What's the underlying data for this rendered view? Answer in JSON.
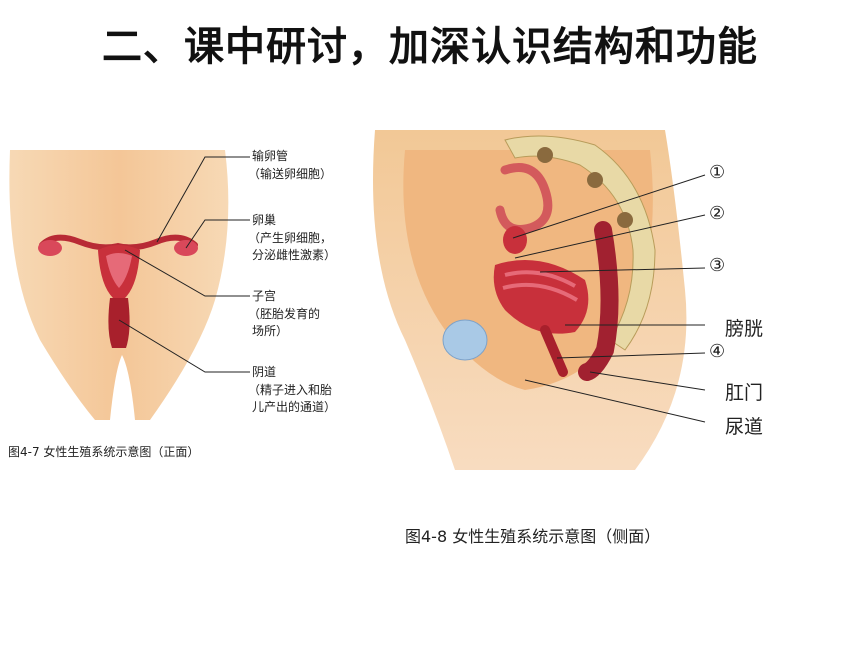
{
  "slide": {
    "title": "二、课中研讨，加深认识结构和功能"
  },
  "figure_front": {
    "caption": "图4-7  女性生殖系统示意图（正面）",
    "labels": [
      {
        "name": "输卵管",
        "note": "（输送卵细胞）"
      },
      {
        "name": "卵巢",
        "note1": "（产生卵细胞，",
        "note2": "分泌雌性激素）"
      },
      {
        "name": "子宫",
        "note1": "（胚胎发育的",
        "note2": "场所）"
      },
      {
        "name": "阴道",
        "note1": "（精子进入和胎",
        "note2": "儿产出的通道）"
      }
    ]
  },
  "figure_side": {
    "caption": "图4-8  女性生殖系统示意图（侧面）",
    "markers": [
      "①",
      "②",
      "③",
      "④"
    ],
    "labels": [
      "膀胱",
      "肛门",
      "尿道"
    ]
  },
  "colors": {
    "skin": "#f3c79a",
    "organ": "#c8303b",
    "organ_dark": "#8e1a25",
    "bone": "#e8d9a6",
    "bladder": "#a9c9e6"
  }
}
